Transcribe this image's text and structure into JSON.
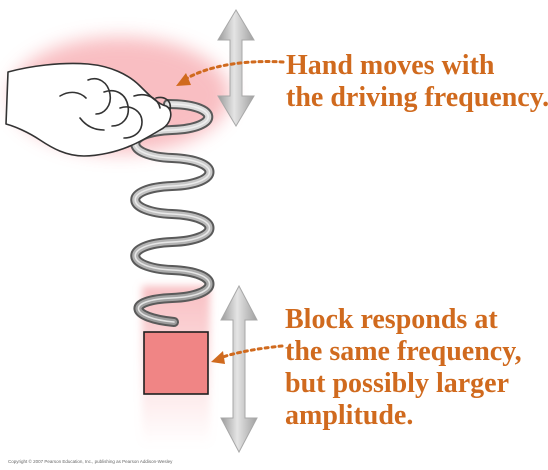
{
  "callouts": {
    "hand": {
      "line1": "Hand moves with",
      "line2": "the driving frequency."
    },
    "block": {
      "line1": "Block responds at",
      "line2": "the same frequency,",
      "line3": "but possibly larger",
      "line4": "amplitude."
    }
  },
  "copyright": "Copyright © 2007 Pearson Education, Inc., publishing as Pearson Addison-Wesley",
  "colors": {
    "callout_text": "#d06a1e",
    "block_fill": "#f08585",
    "glow": "#f5a3a8",
    "arrow_gray": "#b4b4b4"
  }
}
